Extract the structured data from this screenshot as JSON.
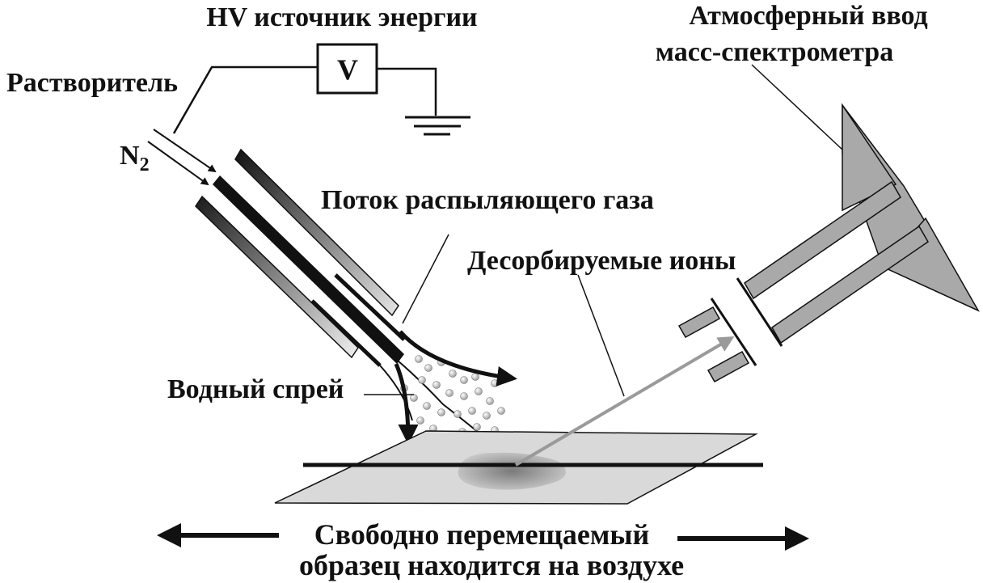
{
  "labels": {
    "hv_source": "HV источник энергии",
    "voltmeter": "V",
    "solvent": "Растворитель",
    "nitrogen": "N",
    "nitrogen_subscript": "2",
    "ms_inlet_line1": "Атмосферный ввод",
    "ms_inlet_line2": "масс-спектрометра",
    "nebulizing_gas_flow": "Поток распыляющего газа",
    "desorbed_ions": "Десорбируемые ионы",
    "aqueous_spray": "Водный спрей",
    "sample_line1": "Свободно перемещаемый",
    "sample_line2": "образец находится на воздухе"
  },
  "colors": {
    "ink": "#111111",
    "inlet_gray": "#a9a9a9",
    "plate_gray": "#d9d9d9",
    "ion_arrow": "#9a9a9a"
  }
}
